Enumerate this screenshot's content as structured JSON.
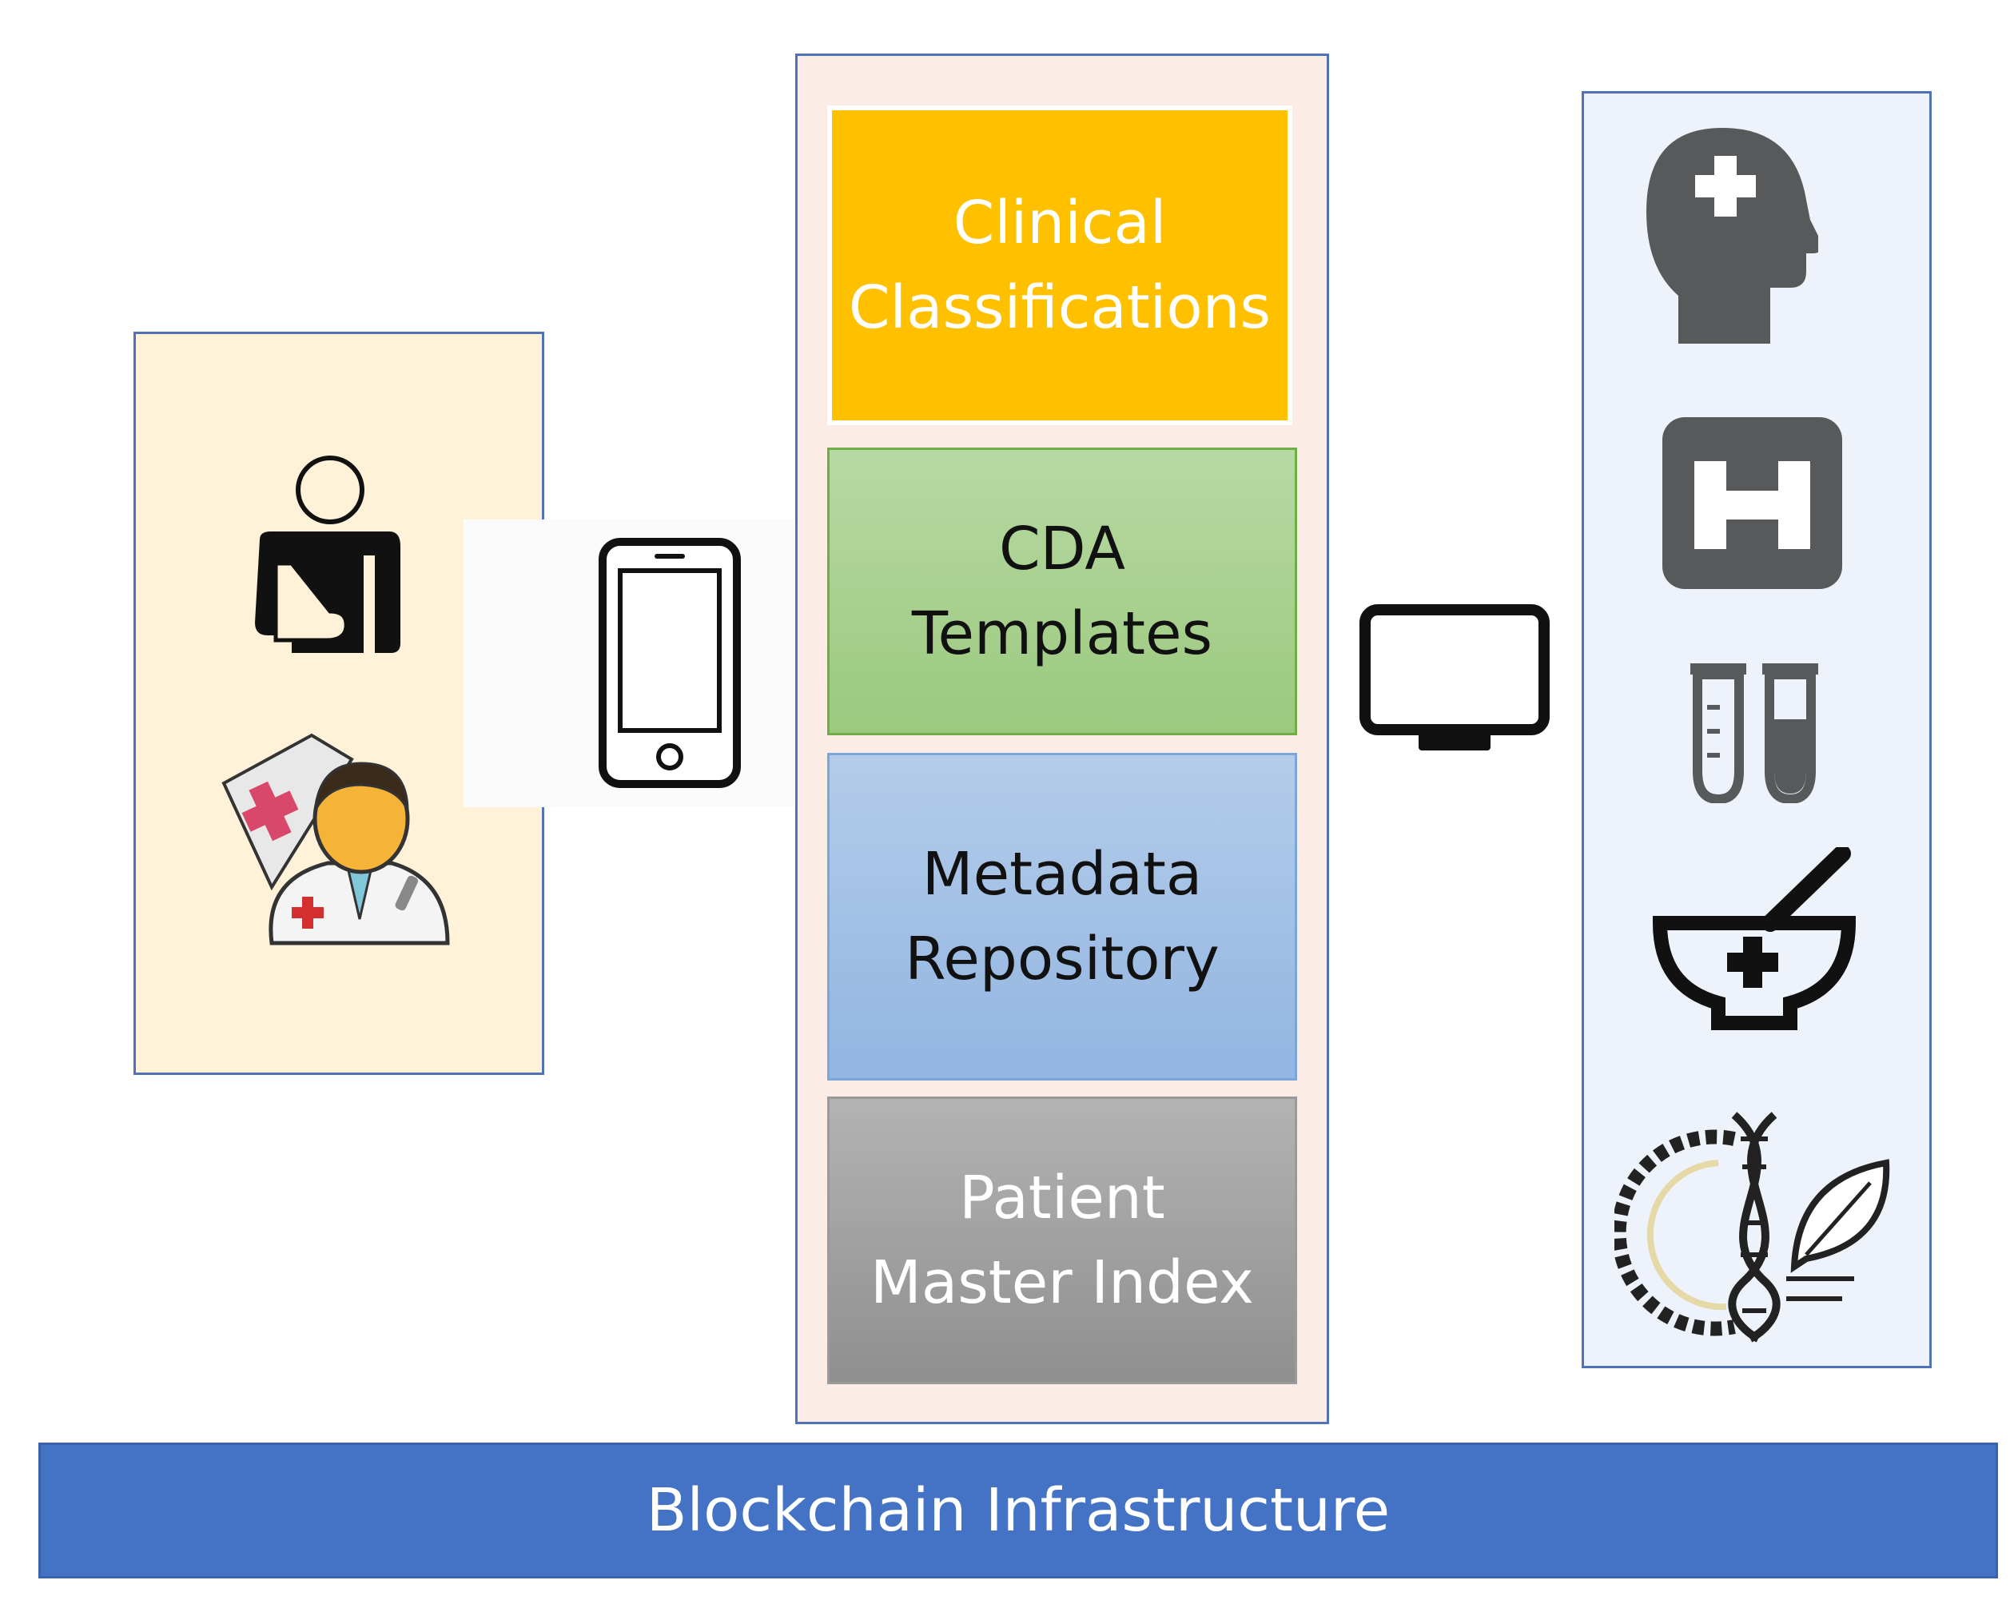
{
  "blocks": {
    "clinical": {
      "line1": "Clinical",
      "line2": "Classifications"
    },
    "cda": {
      "line1": "CDA",
      "line2": "Templates"
    },
    "metadata": {
      "line1": "Metadata",
      "line2": "Repository"
    },
    "pmi": {
      "line1": "Patient",
      "line2": "Master Index"
    }
  },
  "infrastructure": {
    "label": "Blockchain Infrastructure"
  },
  "icons": {
    "left_panel": [
      "patient-icon",
      "doctor-icon"
    ],
    "connectors": [
      "smartphone-icon",
      "monitor-icon"
    ],
    "right_panel": [
      "head-health-icon",
      "hospital-icon",
      "test-tubes-icon",
      "pharmacy-mortar-icon",
      "genomics-icon"
    ]
  },
  "colors": {
    "clinical": "#ffc000",
    "cda": "#a9d08e",
    "metadata": "#9dc3e6",
    "pmi": "#a6a6a6",
    "infrastructure": "#4472c4",
    "icon_gray": "#58595b"
  }
}
